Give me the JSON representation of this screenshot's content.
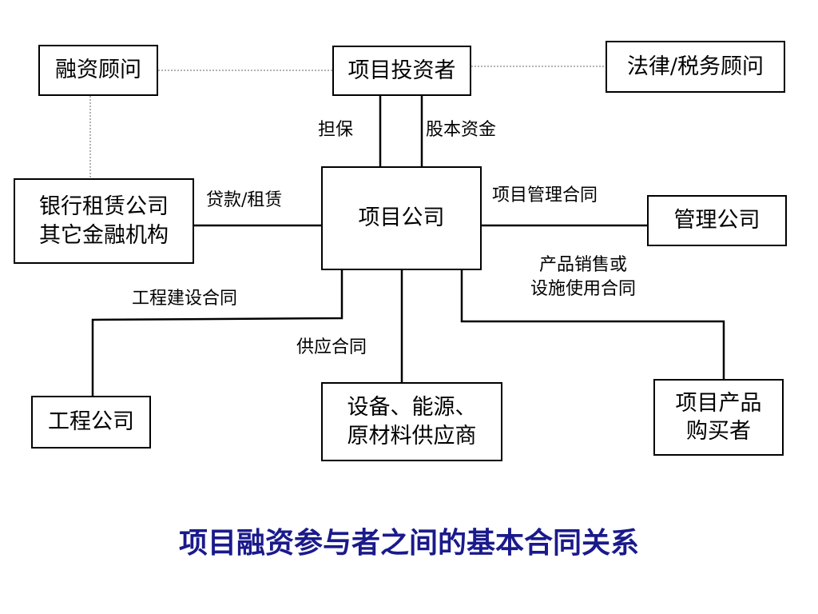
{
  "title": "项目融资参与者之间的基本合同关系",
  "nodes": {
    "financing_advisor": "融资顾问",
    "project_investor": "项目投资者",
    "legal_tax_advisor": "法律/税务顾问",
    "bank_lessor": "银行租赁公司\n其它金融机构",
    "project_company": "项目公司",
    "management_company": "管理公司",
    "engineering_company": "工程公司",
    "supplier": "设备、能源、\n原材料供应商",
    "product_buyer": "项目产品\n购买者"
  },
  "edges": {
    "guarantee": "担保",
    "equity_capital": "股本资金",
    "loan_lease": "贷款/租赁",
    "management_contract": "项目管理合同",
    "sales_contract": "产品销售或\n设施使用合同",
    "construction_contract": "工程建设合同",
    "supply_contract": "供应合同"
  }
}
